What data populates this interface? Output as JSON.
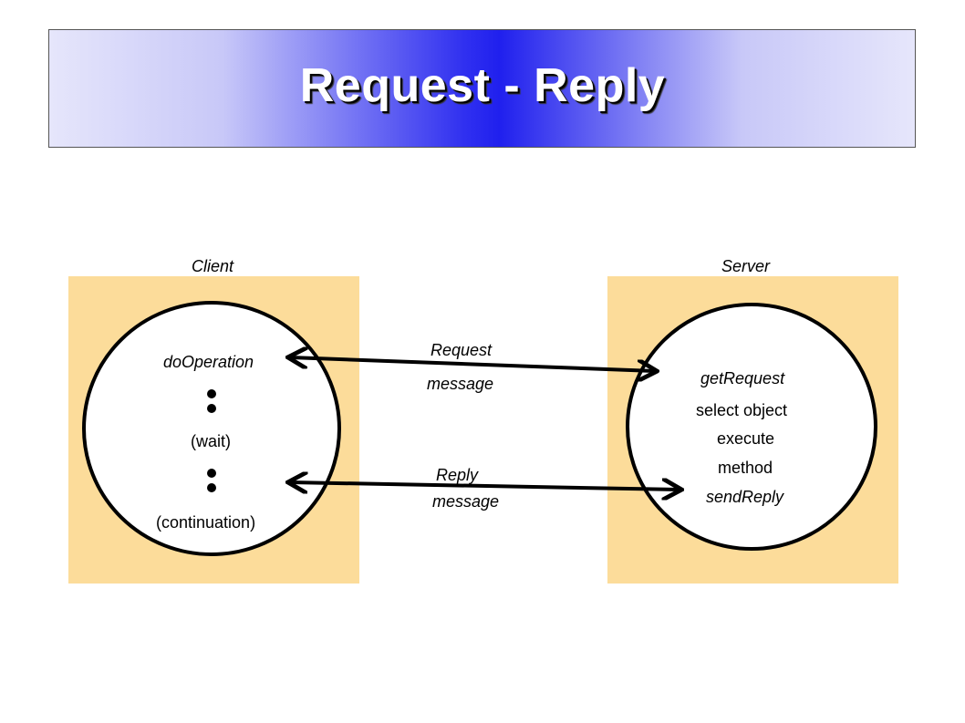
{
  "title": "Request - Reply",
  "client": {
    "heading": "Client",
    "operation": "doOperation",
    "wait": "(wait)",
    "continuation": "(continuation)"
  },
  "server": {
    "heading": "Server",
    "get_request": "getRequest",
    "select_object": "select object",
    "execute": "execute",
    "method": "method",
    "send_reply": "sendReply"
  },
  "request_arrow": {
    "line1": "Request",
    "line2": "message"
  },
  "reply_arrow": {
    "line1": "Reply",
    "line2": "message"
  },
  "colors": {
    "panel_fill": "#fcdc9a",
    "banner_center": "#2020ee",
    "banner_edge": "#e6e6fb"
  }
}
